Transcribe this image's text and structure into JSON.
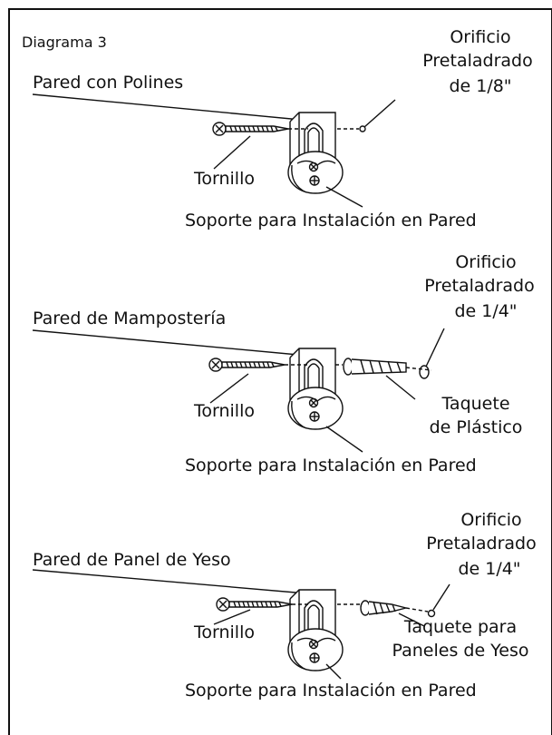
{
  "diagram": {
    "title": "Diagrama 3",
    "sections": [
      {
        "wall_type": "Pared con Polines",
        "hole": [
          "Orificio",
          "Pretaladrado",
          "de 1/8\""
        ],
        "screw": "Tornillo",
        "bracket": "Soporte para Instalación en Pared",
        "anchor": []
      },
      {
        "wall_type": "Pared de Mampostería",
        "hole": [
          "Orificio",
          "Pretaladrado",
          "de 1/4\""
        ],
        "screw": "Tornillo",
        "bracket": "Soporte para Instalación en Pared",
        "anchor": [
          "Taquete",
          "de Plástico"
        ]
      },
      {
        "wall_type": "Pared de Panel de Yeso",
        "hole": [
          "Orificio",
          "Pretaladrado",
          "de 1/4\""
        ],
        "screw": "Tornillo",
        "bracket": "Soporte para Instalación en Pared",
        "anchor": [
          "Taquete para",
          "Paneles de Yeso"
        ]
      }
    ]
  }
}
